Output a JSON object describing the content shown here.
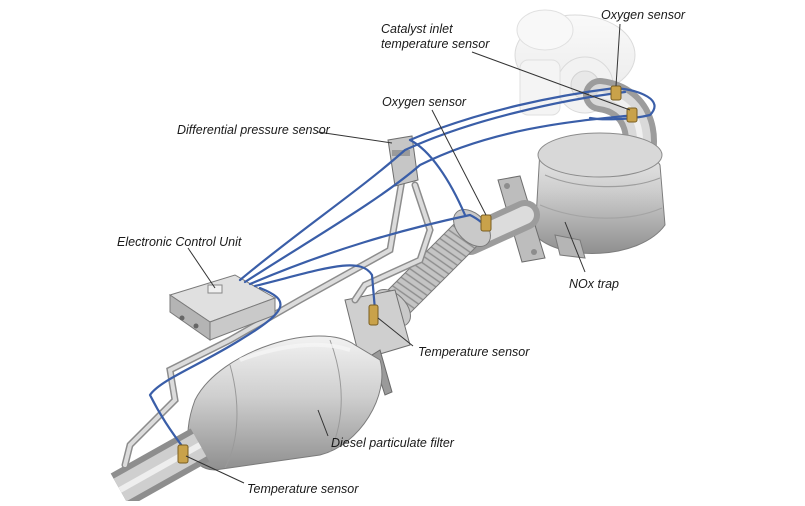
{
  "labels": {
    "catalyst_inlet_line1": "Catalyst inlet",
    "catalyst_inlet_line2": "temperature sensor",
    "oxygen_sensor_top": "Oxygen sensor",
    "oxygen_sensor_mid": "Oxygen sensor",
    "differential_pressure": "Differential pressure sensor",
    "ecu": "Electronic Control Unit",
    "nox_trap": "NOx trap",
    "temperature_sensor_mid": "Temperature sensor",
    "diesel_particulate_filter": "Diesel particulate filter",
    "temperature_sensor_bottom": "Temperature sensor"
  },
  "colors": {
    "wire": "#3a5ea8",
    "metal_light": "#e2e2e2",
    "metal_mid": "#b8b8b8",
    "metal_dark": "#8a8a8a",
    "leader": "#333333",
    "sensor_gold": "#c9a24a"
  }
}
